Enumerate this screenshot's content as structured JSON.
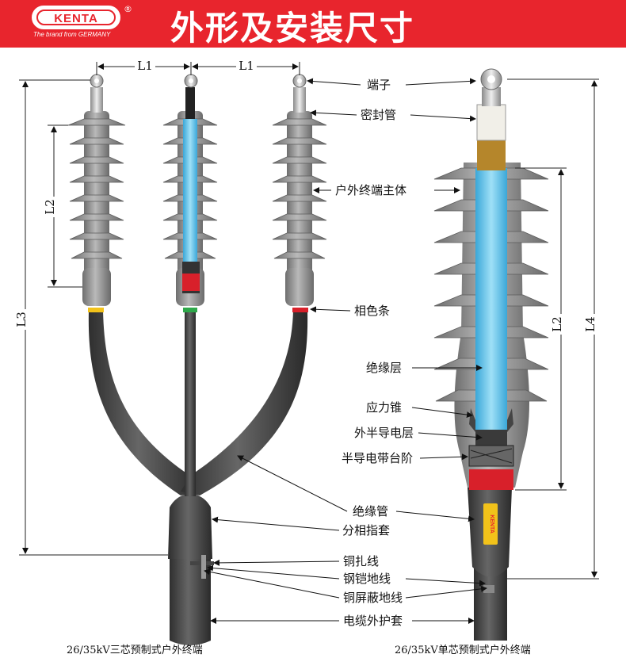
{
  "header": {
    "title": "外形及安装尺寸",
    "logo_text": "KENTA",
    "logo_reg": "®",
    "logo_sub": "The brand from GERMANY",
    "bg_color": "#e8252d"
  },
  "dimensions": {
    "l1_left": "L1",
    "l1_right": "L1",
    "l2_left": "L2",
    "l3": "L3",
    "l2_right": "L2",
    "l4": "L4"
  },
  "callouts": {
    "terminal": "端子",
    "seal_tube": "密封管",
    "body": "户外终端主体",
    "phase_strip": "相色条",
    "insulation": "绝缘层",
    "stress_cone": "应力锥",
    "outer_semicon": "外半导电层",
    "semicon_step": "半导电带台阶",
    "insulating_tube": "绝缘管",
    "breakout": "分相指套",
    "copper_binding": "铜扎线",
    "armor_ground": "钢铠地线",
    "shield_ground": "铜屏蔽地线",
    "jacket": "电缆外护套"
  },
  "captions": {
    "three_core": "26/35kV三芯预制式户外终端",
    "single_core": "26/35kV单芯预制式户外终端"
  },
  "product_label": "KENTA",
  "colors": {
    "phase_yellow": "#f2c21a",
    "phase_green": "#2ea84a",
    "phase_red": "#d8202a",
    "insulation_blue": "#6cc6ea",
    "rubber_gray": "#8c8c8c"
  }
}
